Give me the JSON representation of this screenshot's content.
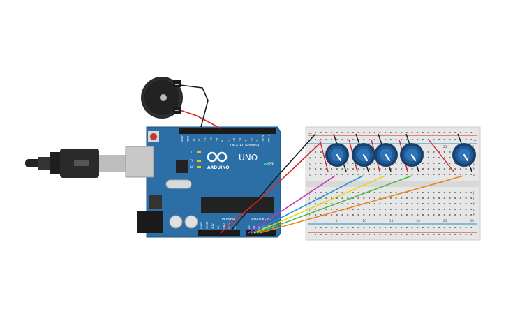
{
  "arduino": {
    "brand": "ARDUINO",
    "model": "UNO",
    "digital_header_label": "DIGITAL (PWM~)",
    "power_label": "POWER",
    "analog_label": "ANALOG IN",
    "on_label": "ON",
    "tx_label": "TX",
    "rx_label": "RX",
    "l_label": "L",
    "digital_pins": [
      "AREF",
      "GND",
      "13",
      "12",
      "~11",
      "~10",
      "~9",
      "8",
      "7",
      "~6",
      "~5",
      "4",
      "~3",
      "2",
      "TX→1",
      "RX←0"
    ],
    "power_pins": [
      "IOREF",
      "RESET",
      "3.3V",
      "5V",
      "GND",
      "GND",
      "Vin"
    ],
    "analog_pins": [
      "A0",
      "A1",
      "A2",
      "A3",
      "A4",
      "A5"
    ]
  },
  "buzzer": {
    "minus_label": "−",
    "plus_label": "+"
  },
  "breadboard": {
    "row_letters_top": [
      "a",
      "b",
      "c",
      "d",
      "e"
    ],
    "row_letters_bottom": [
      "f",
      "g",
      "h",
      "i",
      "j"
    ],
    "rail_minus": "−",
    "rail_plus": "+",
    "column_numbers": [
      "1",
      "5",
      "10",
      "15",
      "20",
      "25",
      "30"
    ]
  },
  "wire_colors": {
    "red": "#d62728",
    "black": "#1a1a1a",
    "magenta": "#c42fb5",
    "blue": "#1f8fd6",
    "yellow": "#e8d41a",
    "green": "#4cb848",
    "orange": "#e8861a"
  },
  "colors": {
    "board": "#2b6fa6",
    "breadboard": "#e6e6e6",
    "pot_body": "#1f5a95"
  }
}
